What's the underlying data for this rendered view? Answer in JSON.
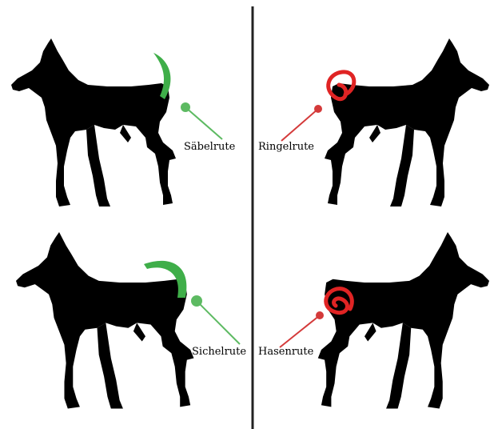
{
  "colors": {
    "background": "#ffffff",
    "silhouette": "#000000",
    "divider": "#222222",
    "green": "#3fae49",
    "green_line": "#5dba62",
    "red": "#e02424",
    "red_line": "#d43a3a"
  },
  "panels": [
    {
      "id": "top-left",
      "label": "Säbelrute",
      "tail": "saber",
      "accent": "green"
    },
    {
      "id": "top-right",
      "label": "Ringelrute",
      "tail": "ring",
      "accent": "red"
    },
    {
      "id": "bottom-left",
      "label": "Sichelrute",
      "tail": "sickle",
      "accent": "green"
    },
    {
      "id": "bottom-right",
      "label": "Hasenrute",
      "tail": "hare",
      "accent": "red"
    }
  ]
}
